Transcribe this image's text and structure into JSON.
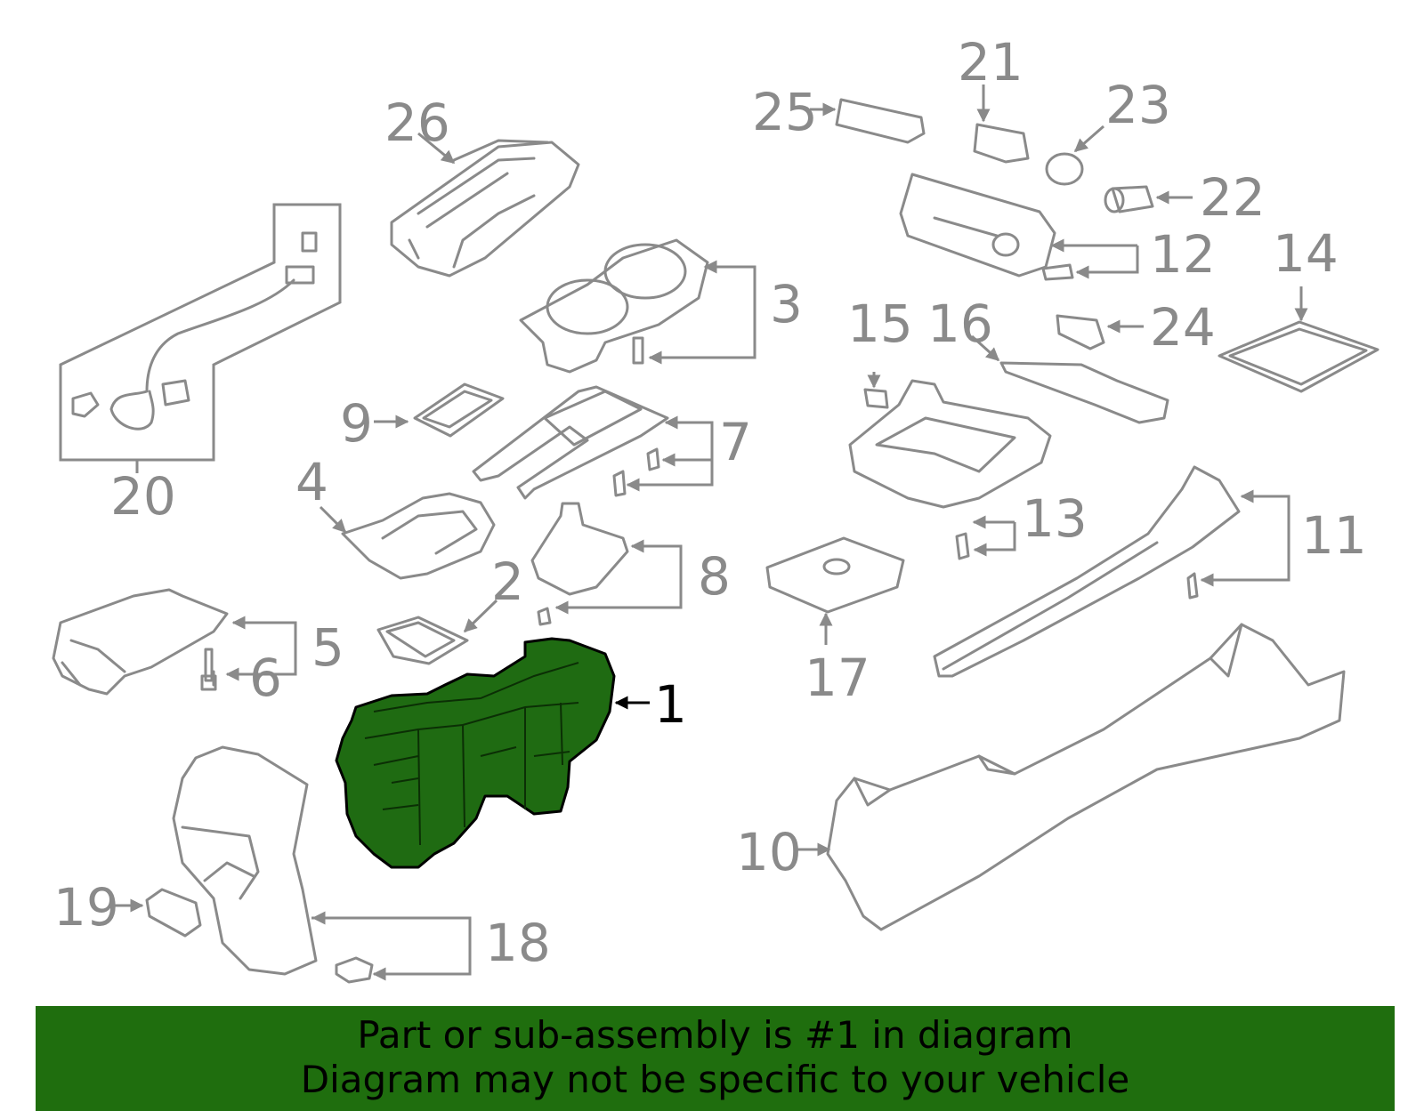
{
  "callouts": [
    "1",
    "2",
    "3",
    "4",
    "5",
    "6",
    "7",
    "8",
    "9",
    "10",
    "11",
    "12",
    "13",
    "14",
    "15",
    "16",
    "17",
    "18",
    "19",
    "20",
    "21",
    "22",
    "23",
    "24",
    "25",
    "26"
  ],
  "highlighted_part": "1",
  "colors": {
    "highlight": "#1f6e0e",
    "line": "#8a8a8a",
    "banner": "#1f6e0e"
  },
  "banner": {
    "line1": "Part or sub-assembly is #1 in diagram",
    "line2": "Diagram may not be specific to your vehicle"
  }
}
